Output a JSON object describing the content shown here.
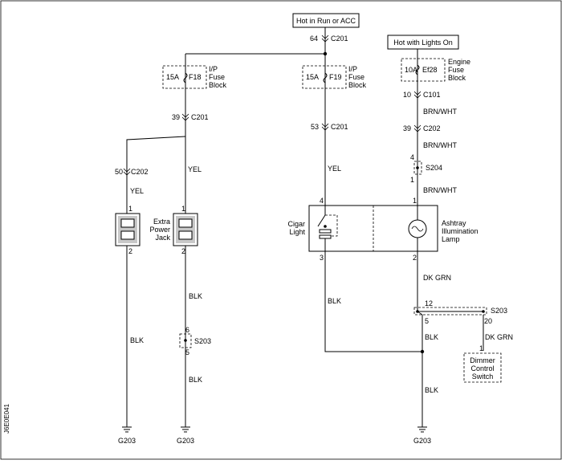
{
  "sources": {
    "run_acc": "Hot in Run or ACC",
    "lights_on": "Hot with Lights On"
  },
  "connectors": {
    "c201_64": "64",
    "c201": "C201",
    "c201_39": "39",
    "c201_53": "53",
    "c202_50": "50",
    "c202": "C202",
    "c202_39": "39",
    "c101_10": "10",
    "c101": "C101"
  },
  "fuses": {
    "f18": {
      "rating": "15A",
      "id": "F18",
      "block": [
        "I/P",
        "Fuse",
        "Block"
      ]
    },
    "f19": {
      "rating": "15A",
      "id": "F19",
      "block": [
        "I/P",
        "Fuse",
        "Block"
      ]
    },
    "ef28": {
      "rating": "10A",
      "id": "Ef28",
      "block": [
        "Engine",
        "Fuse",
        "Block"
      ]
    }
  },
  "wires": {
    "yel": "YEL",
    "blk": "BLK",
    "brn_wht": "BRN/WHT",
    "dk_grn": "DK GRN"
  },
  "splices": {
    "s204": "S204",
    "s203": "S203",
    "pin_4": "4",
    "pin_1": "1",
    "pin_6": "6",
    "pin_5": "5",
    "pin_12": "12",
    "pin_20": "20"
  },
  "components": {
    "extra_power_jack": [
      "Extra",
      "Power",
      "Jack"
    ],
    "cigar_light": [
      "Cigar",
      "Light"
    ],
    "ashtray_lamp": [
      "Ashtray",
      "Illumination",
      "Lamp"
    ],
    "dimmer_switch": [
      "Dimmer",
      "Control",
      "Switch"
    ],
    "pin_1": "1",
    "pin_2": "2",
    "pin_3": "3",
    "pin_4": "4"
  },
  "grounds": {
    "g203": "G203"
  },
  "figure_id": "J6E0E041",
  "colors": {
    "line": "#000000",
    "background": "#ffffff",
    "socket_fill": "#c8c8c8"
  }
}
